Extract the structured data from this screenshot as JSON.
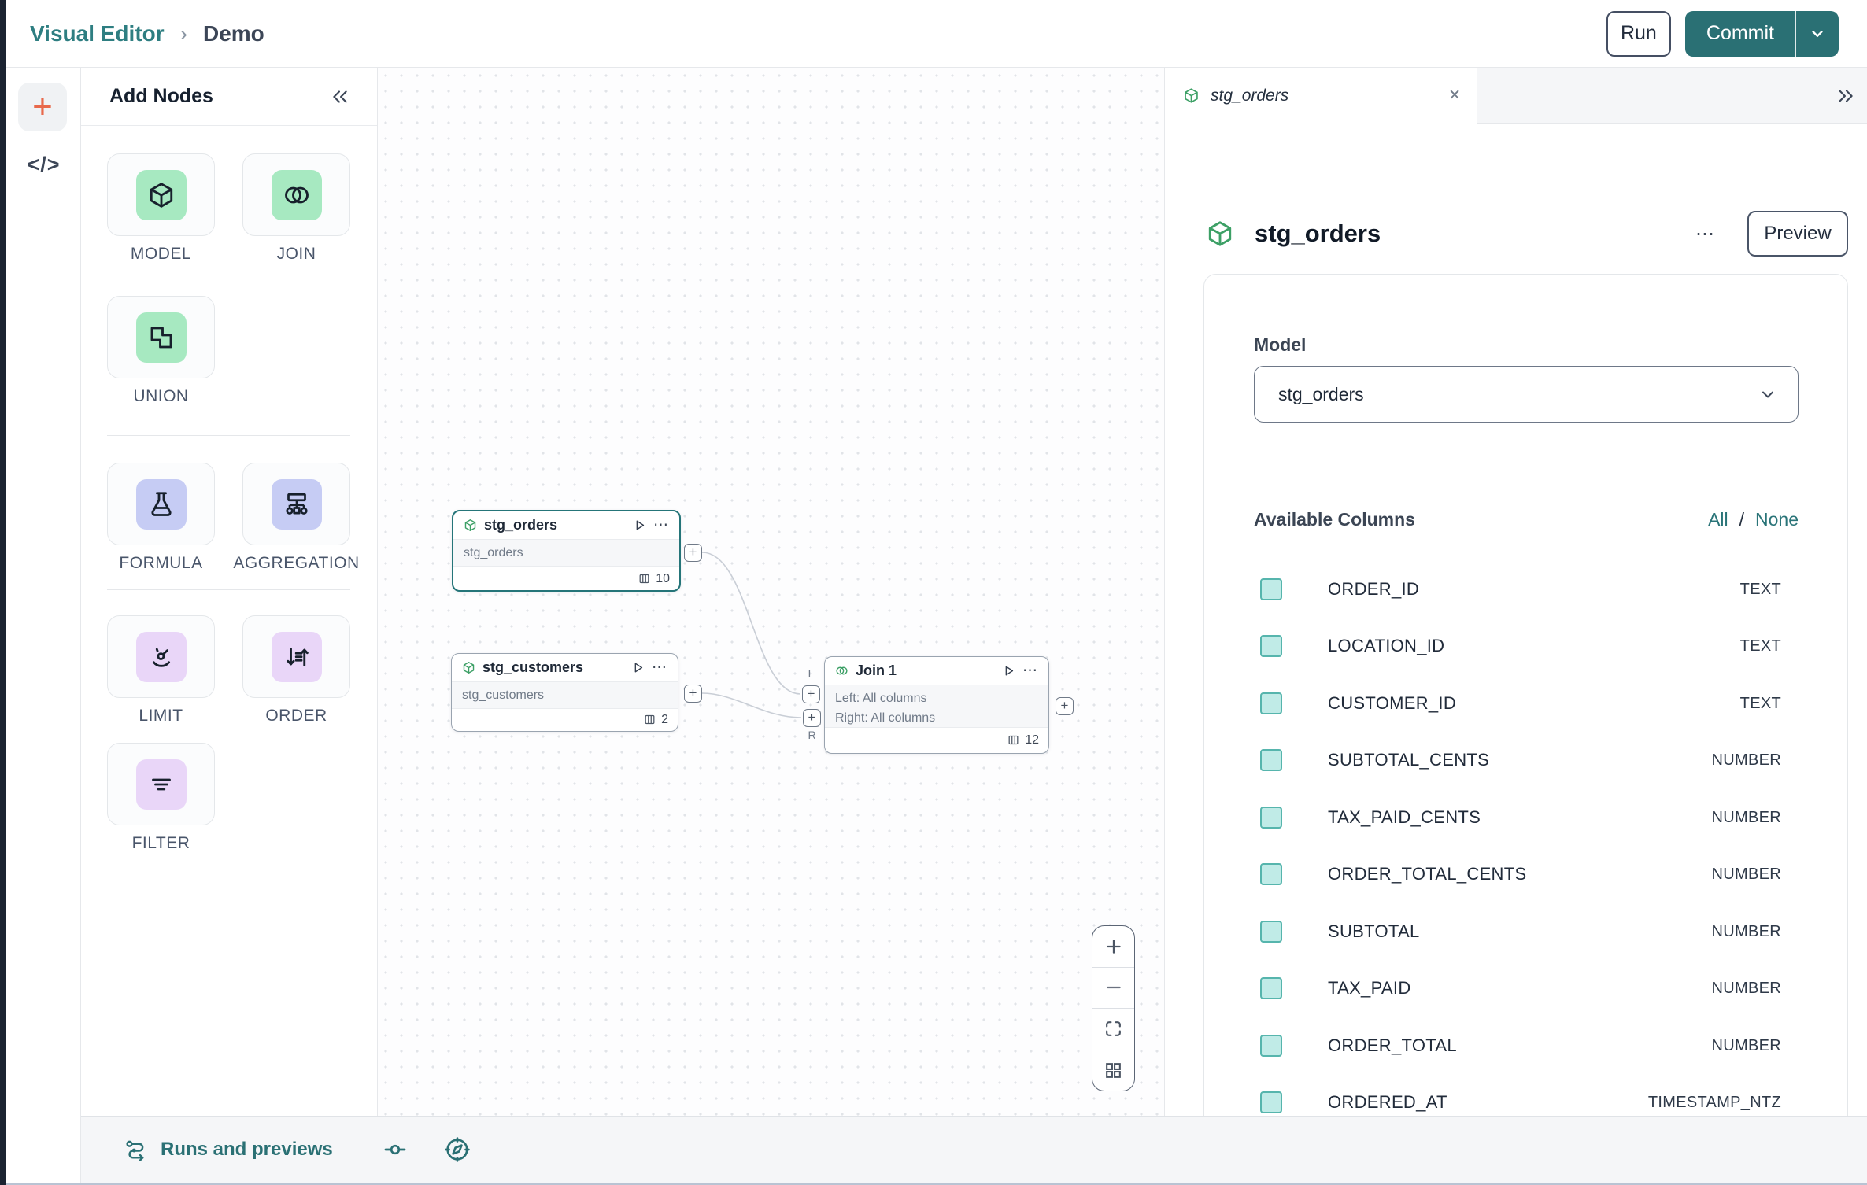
{
  "ui": {
    "plus": "+",
    "ellipsis": "⋯",
    "close": "✕"
  },
  "breadcrumb": {
    "app": "Visual Editor",
    "separator": "›",
    "page": "Demo"
  },
  "topbar": {
    "run_label": "Run",
    "commit_label": "Commit"
  },
  "left_rail": {
    "code": "</>"
  },
  "add_nodes": {
    "title": "Add Nodes",
    "groups": [
      {
        "items": [
          {
            "label": "MODEL"
          },
          {
            "label": "JOIN"
          },
          {
            "label": "UNION"
          }
        ]
      },
      {
        "items": [
          {
            "label": "FORMULA"
          },
          {
            "label": "AGGREGATION"
          }
        ]
      },
      {
        "items": [
          {
            "label": "LIMIT"
          },
          {
            "label": "ORDER"
          },
          {
            "label": "FILTER"
          }
        ]
      }
    ]
  },
  "canvas": {
    "nodes": [
      {
        "title": "stg_orders",
        "subtitle": "stg_orders",
        "columns": "10"
      },
      {
        "title": "stg_customers",
        "subtitle": "stg_customers",
        "columns": "2"
      },
      {
        "title": "Join 1",
        "body_lines": [
          "Left: All columns",
          "Right: All columns"
        ],
        "columns": "12",
        "ports": [
          "L",
          "R"
        ]
      }
    ]
  },
  "right_panel": {
    "tab": {
      "title": "stg_orders"
    },
    "header": {
      "title": "stg_orders",
      "preview_label": "Preview"
    },
    "model": {
      "label": "Model",
      "value": "stg_orders"
    },
    "columns_section": {
      "title": "Available Columns",
      "all_label": "All",
      "separator": "/",
      "none_label": "None",
      "columns": [
        {
          "name": "ORDER_ID",
          "type": "TEXT"
        },
        {
          "name": "LOCATION_ID",
          "type": "TEXT"
        },
        {
          "name": "CUSTOMER_ID",
          "type": "TEXT"
        },
        {
          "name": "SUBTOTAL_CENTS",
          "type": "NUMBER"
        },
        {
          "name": "TAX_PAID_CENTS",
          "type": "NUMBER"
        },
        {
          "name": "ORDER_TOTAL_CENTS",
          "type": "NUMBER"
        },
        {
          "name": "SUBTOTAL",
          "type": "NUMBER"
        },
        {
          "name": "TAX_PAID",
          "type": "NUMBER"
        },
        {
          "name": "ORDER_TOTAL",
          "type": "NUMBER"
        },
        {
          "name": "ORDERED_AT",
          "type": "TIMESTAMP_NTZ"
        }
      ]
    }
  },
  "bottom_bar": {
    "runs_label": "Runs and previews"
  },
  "colors": {
    "teal": "#2a7074",
    "mint": "#a7e9c1",
    "periwinkle": "#c6ccf4",
    "purple": "#e9d6f8",
    "orange": "#e8694b",
    "node_selected": "#257579",
    "green_icon": "#3da066",
    "checkbox_fill": "#c0ebe7",
    "checkbox_border": "#56b5ad"
  }
}
